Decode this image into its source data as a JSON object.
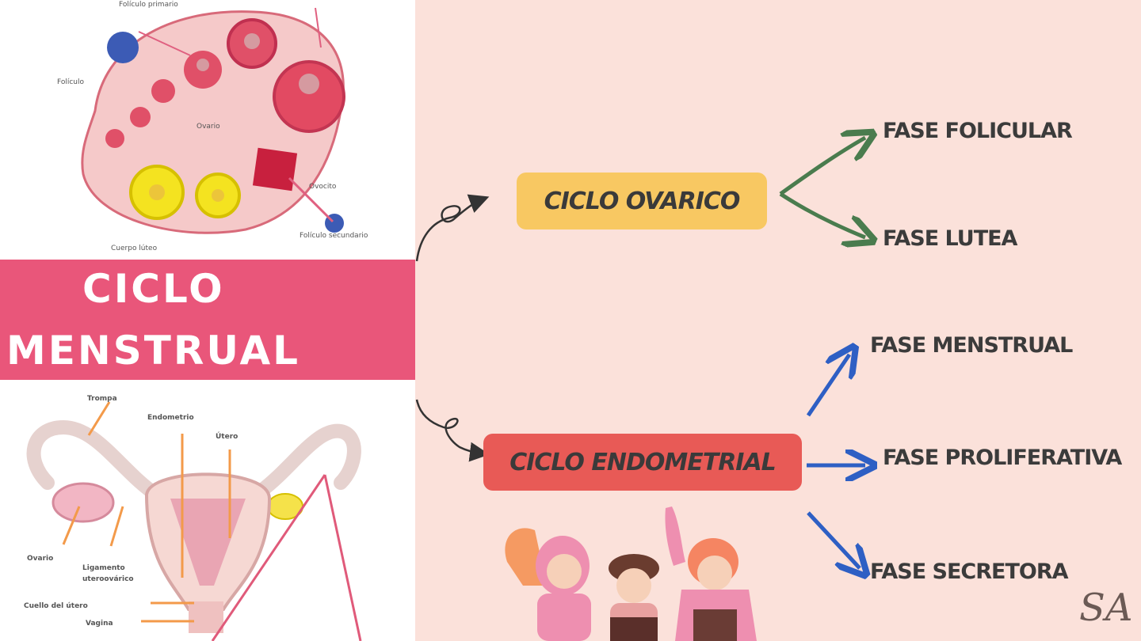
{
  "title": {
    "line1": "CICLO",
    "line2": "MENSTRUAL"
  },
  "ovary_labels": {
    "l1": "Folículo primario",
    "l2": "Folículo",
    "l3": "Ovario",
    "l4": "Cuerpo lúteo",
    "l5": "Ovocito",
    "l6": "Folículo secundario"
  },
  "uterus_labels": {
    "trompa": "Trompa",
    "endometrio": "Endometrio",
    "utero": "Útero",
    "ovario": "Ovario",
    "ligamento_1": "Ligamento",
    "ligamento_2": "uteroovárico",
    "cuello": "Cuello del útero",
    "vagina": "Vagina"
  },
  "cycles": {
    "ovarico": {
      "label": "CICLO OVARICO",
      "color": "#f8c862"
    },
    "endometrial": {
      "label": "CICLO ENDOMETRIAL",
      "color": "#e85a56"
    }
  },
  "phases": {
    "folicular": "FASE FOLICULAR",
    "lutea": "FASE LUTEA",
    "menstrual": "FASE MENSTRUAL",
    "proliferativa": "FASE PROLIFERATIVA",
    "secretora": "FASE SECRETORA"
  },
  "signature": "SA",
  "colors": {
    "banner": "#e9567a",
    "right_bg": "#fbe1da",
    "arrow_green": "#4a7c4e",
    "arrow_blue": "#2e5fc4",
    "connector": "#333333"
  }
}
